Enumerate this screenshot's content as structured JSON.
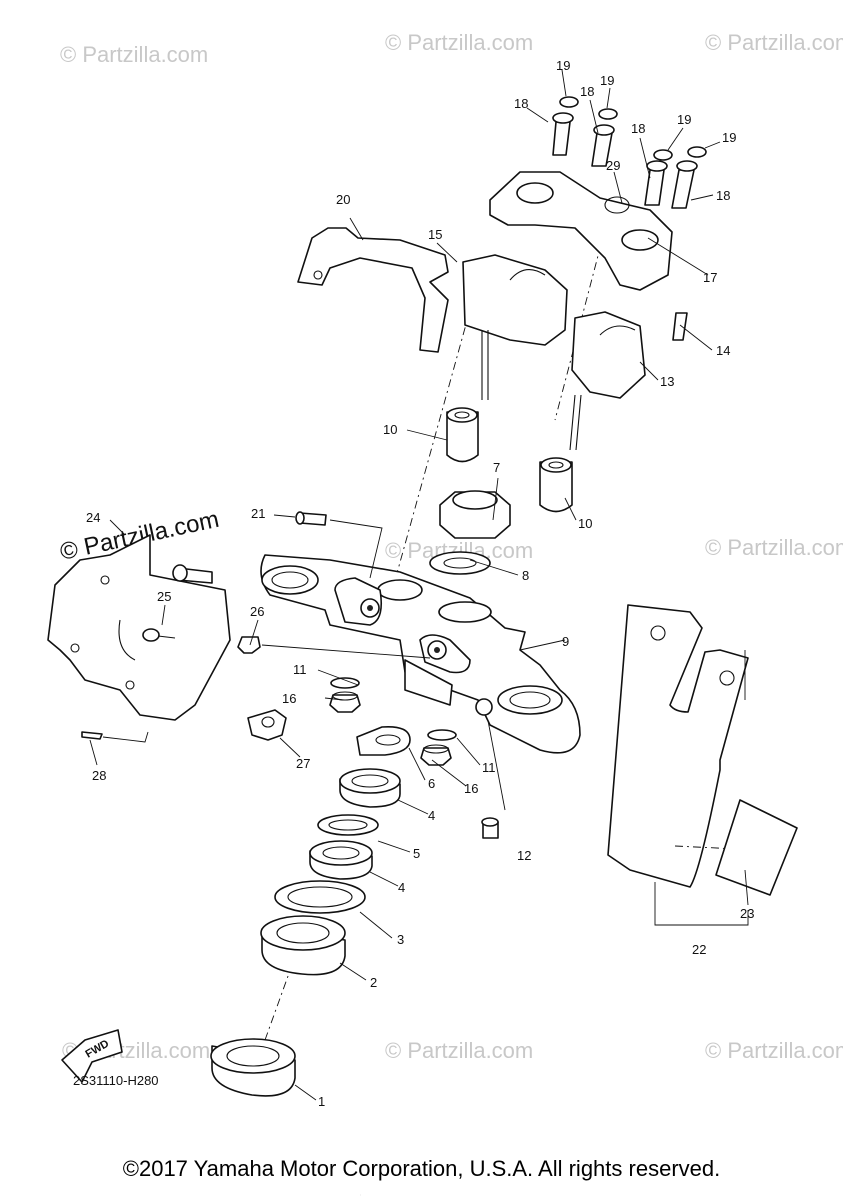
{
  "watermark": {
    "text": "© Partzilla.com",
    "featured_text": "© Partzilla.com"
  },
  "diagram_code": "2S31110-H280",
  "fwd_label": "FWD",
  "copyright": "©2017 Yamaha Motor Corporation, U.S.A. All rights reserved.",
  "callouts": {
    "c1": "1",
    "c2": "2",
    "c3": "3",
    "c4a": "4",
    "c4b": "4",
    "c5": "5",
    "c6": "6",
    "c7": "7",
    "c8": "8",
    "c9": "9",
    "c10a": "10",
    "c10b": "10",
    "c11a": "11",
    "c11b": "11",
    "c12": "12",
    "c13": "13",
    "c14": "14",
    "c15": "15",
    "c16a": "16",
    "c16b": "16",
    "c17": "17",
    "c18a": "18",
    "c18b": "18",
    "c18c": "18",
    "c18d": "18",
    "c19a": "19",
    "c19b": "19",
    "c19c": "19",
    "c19d": "19",
    "c20": "20",
    "c21": "21",
    "c22": "22",
    "c23": "23",
    "c24": "24",
    "c25": "25",
    "c26": "26",
    "c27": "27",
    "c28": "28",
    "c29": "29"
  }
}
